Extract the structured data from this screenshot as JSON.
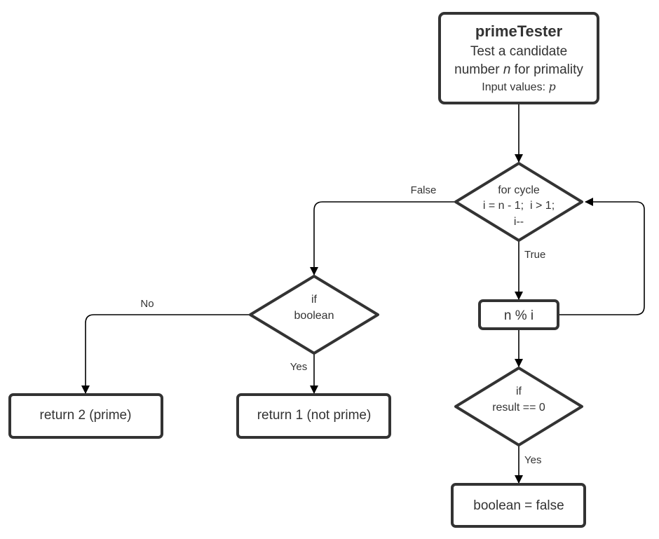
{
  "start_node": {
    "title": "primeTester",
    "line1": "Test a candidate",
    "line2_pre": "number ",
    "line2_var": "n",
    "line2_post": " for primality",
    "line3_pre": "Input values: ",
    "line3_var": "p"
  },
  "for_node": {
    "line1": "for cycle",
    "line2": "i = n - 1;  i > 1;",
    "line3": "i--"
  },
  "if_boolean_node": {
    "line1": "if",
    "line2": "boolean"
  },
  "mod_node": {
    "label": "n % i"
  },
  "if_result_node": {
    "line1": "if",
    "line2": "result == 0"
  },
  "return_prime_node": {
    "label": "return 2 (prime)"
  },
  "return_not_prime_node": {
    "label": "return 1 (not prime)"
  },
  "boolean_false_node": {
    "label": "boolean = false"
  },
  "edge_labels": {
    "false_label": "False",
    "true_label": "True",
    "no_label": "No",
    "yes_left_label": "Yes",
    "yes_right_label": "Yes"
  },
  "colors": {
    "node_stroke": "#333333",
    "edge_stroke": "#000000",
    "text": "#333333"
  }
}
